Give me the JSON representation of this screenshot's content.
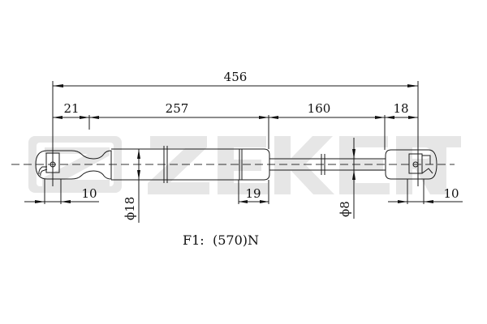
{
  "watermark": {
    "brand": "ZEKERT",
    "color": "#e6e6e6"
  },
  "dimensions": {
    "overall_length": "456",
    "left_eye_offset": "21",
    "cylinder_length": "257",
    "rod_length": "160",
    "right_eye_offset": "18",
    "left_eye_width": "10",
    "right_eye_width": "10",
    "cylinder_end_cap": "19",
    "cylinder_diameter": "ϕ18",
    "rod_diameter": "ϕ8"
  },
  "caption": {
    "label": "F1:",
    "value": "(570)N"
  },
  "colors": {
    "line": "#1a1a1a",
    "background": "#ffffff"
  }
}
